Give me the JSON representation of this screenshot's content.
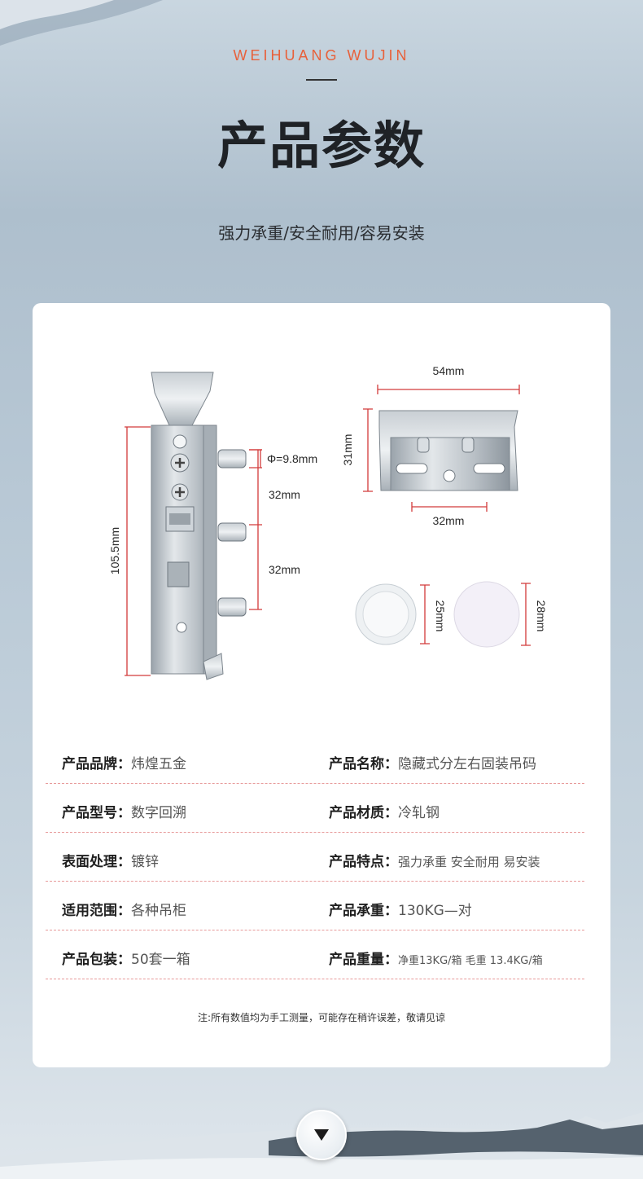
{
  "header": {
    "brand": "WEIHUANG WUJIN",
    "title": "产品参数",
    "subtitle": "强力承重/安全耐用/容易安装"
  },
  "diagram": {
    "dim_total_height": "105.5mm",
    "dim_diameter": "Φ=9.8mm",
    "dim_spacing_1": "32mm",
    "dim_spacing_2": "32mm",
    "plate_width": "54mm",
    "plate_height": "31mm",
    "plate_hole_spacing": "32mm",
    "cap_small": "25mm",
    "cap_large": "28mm"
  },
  "specs": [
    {
      "left_key": "产品品牌：",
      "left_val": "炜煌五金",
      "right_key": "产品名称：",
      "right_val": "隐藏式分左右固装吊码"
    },
    {
      "left_key": "产品型号：",
      "left_val": "数字回溯",
      "right_key": "产品材质：",
      "right_val": "冷轧钢"
    },
    {
      "left_key": "表面处理：",
      "left_val": "镀锌",
      "right_key": "产品特点：",
      "right_val": "强力承重 安全耐用 易安装"
    },
    {
      "left_key": "适用范围：",
      "left_val": "各种吊柜",
      "right_key": "产品承重：",
      "right_val": "130KG—对"
    },
    {
      "left_key": "产品包装：",
      "left_val": "50套一箱",
      "right_key": "产品重量：",
      "right_val": "净重13KG/箱 毛重 13.4KG/箱"
    }
  ],
  "note": "注:所有数值均为手工测量，可能存在稍许误差，敬请见谅",
  "colors": {
    "brand": "#e8603a",
    "dim_line": "#d23a3a",
    "divider": "#e79a9a"
  }
}
